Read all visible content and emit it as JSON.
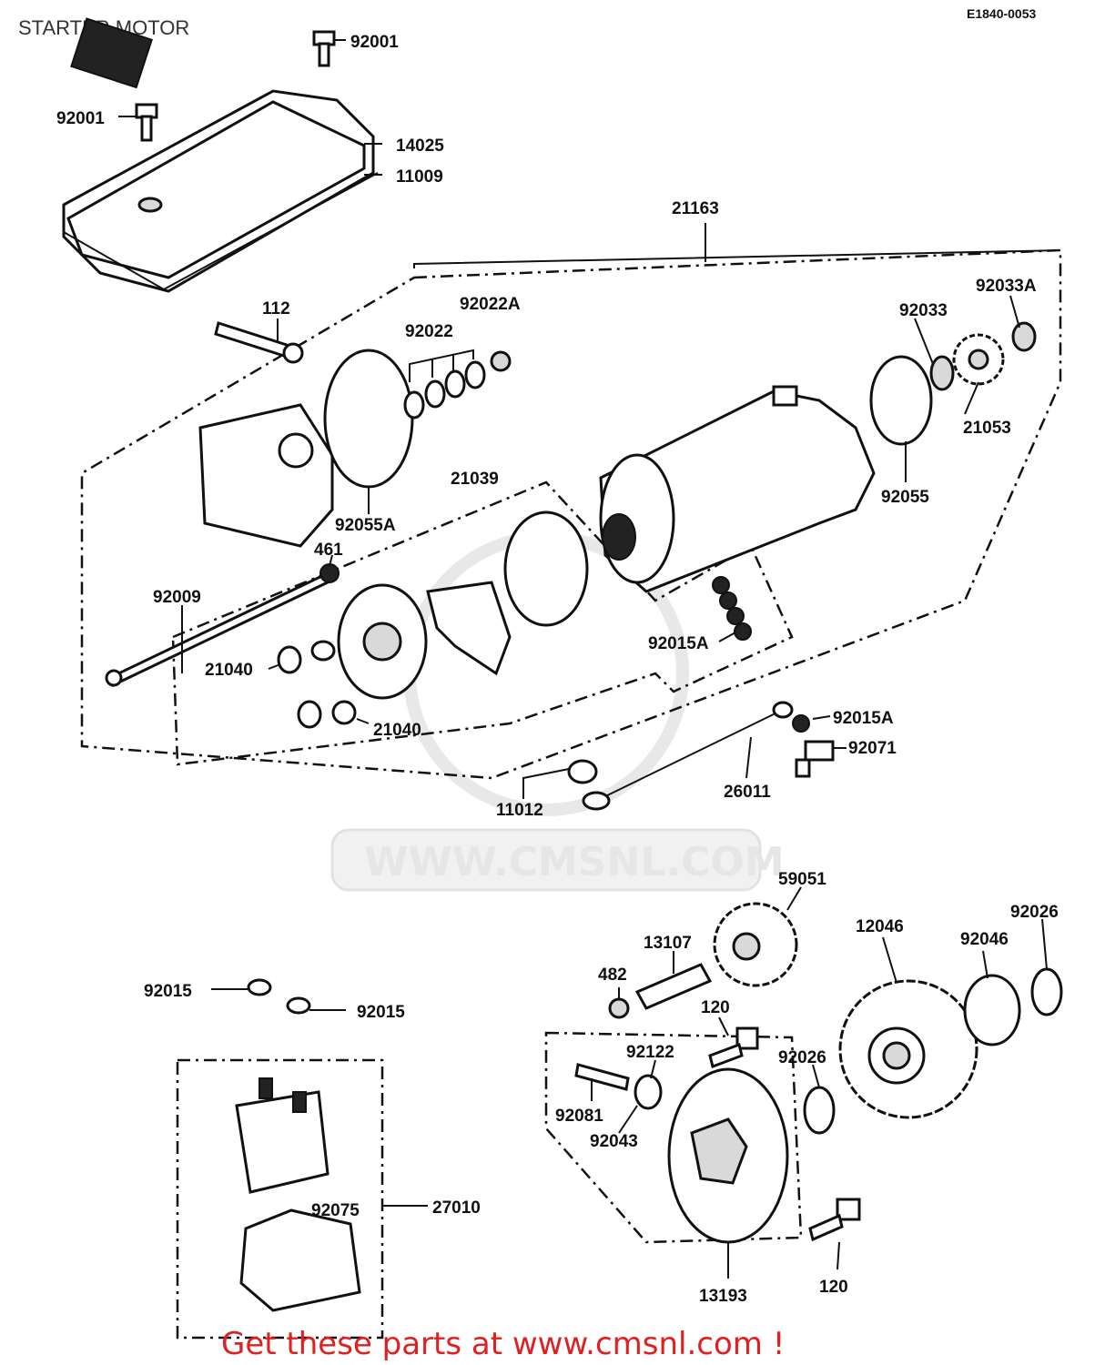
{
  "header": {
    "title": "STARTER MOTOR",
    "code": "E1840-0053"
  },
  "watermark": "WWW.CMSNL.COM",
  "promo": "Get these parts at www.cmsnl.com !",
  "parts": {
    "p92001a": "92001",
    "p92001b": "92001",
    "p14025": "14025",
    "p11009": "11009",
    "p21163": "21163",
    "p112": "112",
    "p92022A": "92022A",
    "p92022": "92022",
    "p92033A": "92033A",
    "p92033": "92033",
    "p21053": "21053",
    "p92055": "92055",
    "p92055A": "92055A",
    "p21039": "21039",
    "p461": "461",
    "p92009": "92009",
    "p21040a": "21040",
    "p21040b": "21040",
    "p92015Aa": "92015A",
    "p92015Ab": "92015A",
    "p92071": "92071",
    "p26011": "26011",
    "p11012": "11012",
    "p59051": "59051",
    "p92026a": "92026",
    "p12046": "12046",
    "p92046": "92046",
    "p13107": "13107",
    "p482": "482",
    "p120a": "120",
    "p92122": "92122",
    "p92026b": "92026",
    "p92081": "92081",
    "p92043": "92043",
    "p120b": "120",
    "p13193": "13193",
    "p92015a": "92015",
    "p92015b": "92015",
    "p92075": "92075",
    "p27010": "27010"
  }
}
